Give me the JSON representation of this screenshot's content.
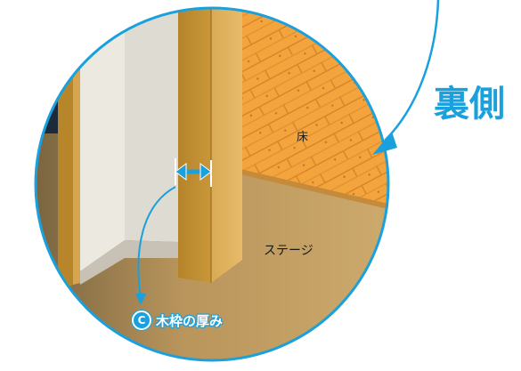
{
  "labels": {
    "back_side": "裏側",
    "floor": "床",
    "stage": "ステージ",
    "marker": "C",
    "frame_thickness": "木枠の厚み"
  },
  "colors": {
    "accent_blue": "#1aa0dc",
    "floor_orange": "#f0a23c",
    "stage_tan": "#d8b273",
    "wood_frame": "#b8862a",
    "wall_white": "#f2f0ea"
  }
}
